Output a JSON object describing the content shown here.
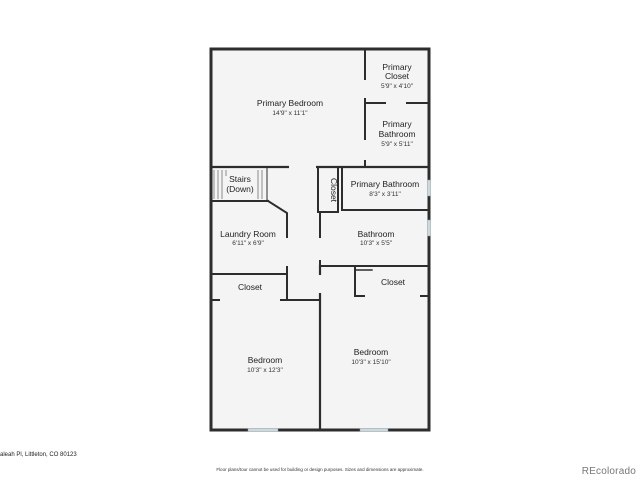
{
  "plan": {
    "rooms": [
      {
        "id": "primary-bedroom",
        "name": "Primary Bedroom",
        "dim": "14'9\" x 11'1\""
      },
      {
        "id": "primary-closet",
        "name": "Primary Closet",
        "dim": "5'9\" x 4'10\""
      },
      {
        "id": "primary-bathroom-upper",
        "name": "Primary Bathroom",
        "dim": "5'9\" x 5'11\""
      },
      {
        "id": "stairs",
        "name": "Stairs (Down)",
        "dim": ""
      },
      {
        "id": "hall-closet",
        "name": "Closet",
        "dim": ""
      },
      {
        "id": "primary-bathroom-lower",
        "name": "Primary Bathroom",
        "dim": "8'3\" x 3'11\""
      },
      {
        "id": "laundry-room",
        "name": "Laundry Room",
        "dim": "6'11\" x 6'9\""
      },
      {
        "id": "bathroom",
        "name": "Bathroom",
        "dim": "10'3\" x 5'5\""
      },
      {
        "id": "closet-left",
        "name": "Closet",
        "dim": ""
      },
      {
        "id": "closet-right",
        "name": "Closet",
        "dim": ""
      },
      {
        "id": "bedroom-left",
        "name": "Bedroom",
        "dim": "10'3\" x 12'3\""
      },
      {
        "id": "bedroom-right",
        "name": "Bedroom",
        "dim": "10'3\" x 15'10\""
      }
    ]
  },
  "footer": {
    "address": "aleah Pl, Littleton, CO 80123",
    "disclaimer": "Floor plans/tour cannot be used for building or design purposes. Sizes and dimensions are approximate.",
    "brand": "REcolorado"
  },
  "colors": {
    "wall": "#2d2d2d",
    "floor": "#f4f4f4",
    "window": "#cfd8dc"
  }
}
